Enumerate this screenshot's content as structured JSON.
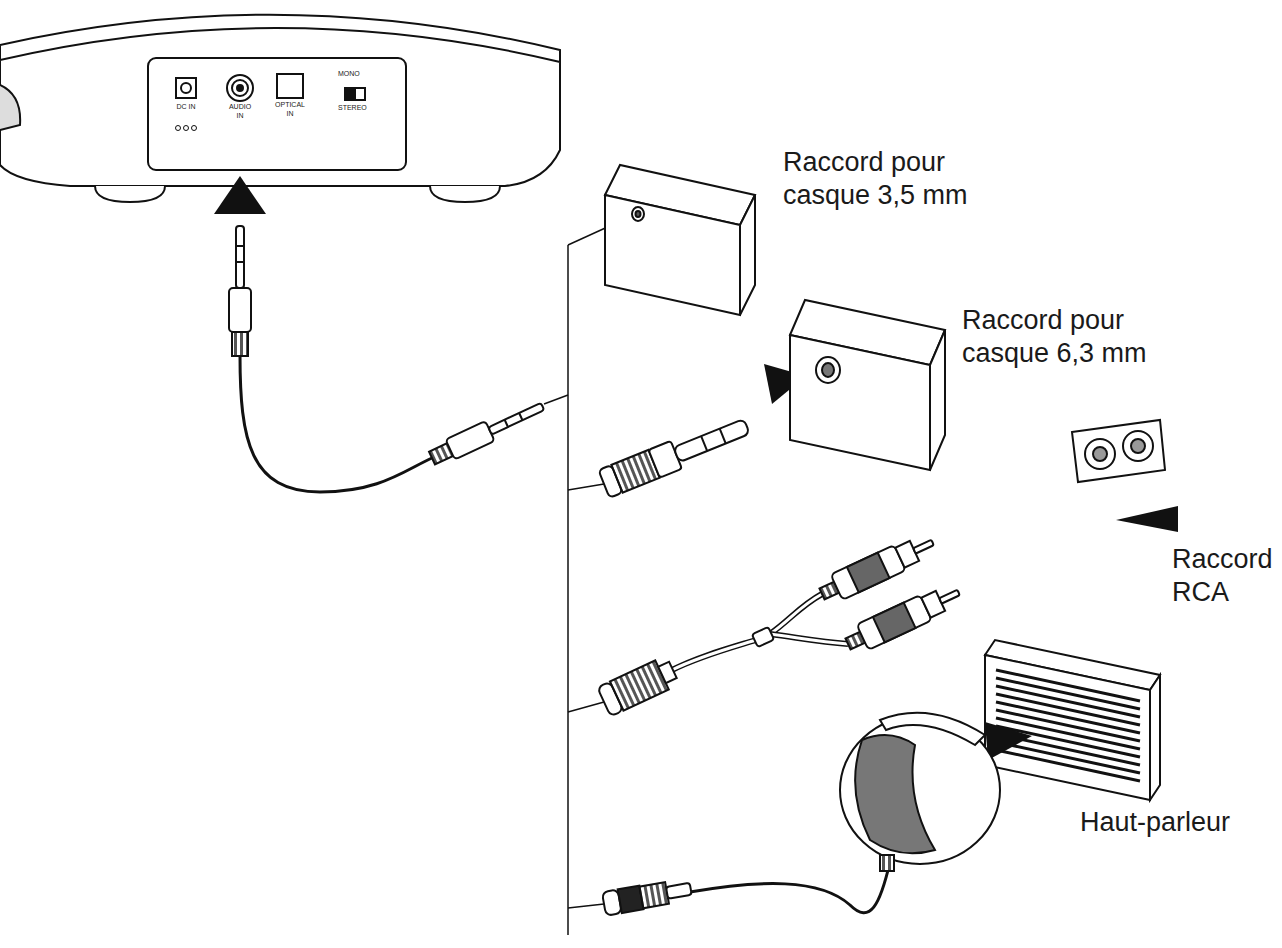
{
  "diagram": {
    "labels": [
      "DC IN",
      "AUDIO IN",
      "OPTICAL IN",
      "MONO",
      "STEREO",
      "Raccord pour casque 3,5 mm",
      "Raccord pour casque 6,3 mm",
      "Raccord RCA",
      "Haut-parleur"
    ]
  }
}
